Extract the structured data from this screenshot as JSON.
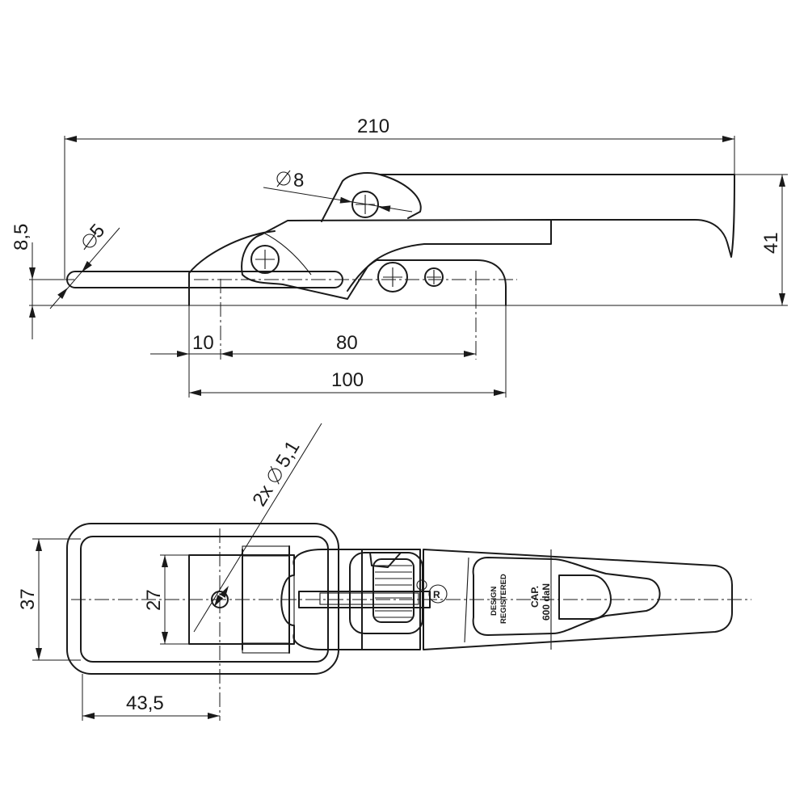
{
  "side_view": {
    "dim_total_length": "210",
    "dim_height": "41",
    "dim_pin_diameter": "8",
    "dim_hook_diameter": "5",
    "dim_hook_offset": "8,5",
    "dim_edge_offset": "10",
    "dim_hole_spacing": "80",
    "dim_base_length": "100"
  },
  "top_view": {
    "dim_hole_callout": "2x",
    "dim_hole_diameter": "5,1",
    "dim_frame_width": "37",
    "dim_inner_width": "27",
    "dim_hole_offset": "43,5",
    "stamp_design_line1": "DESIGN",
    "stamp_design_line2": "REGISTERED",
    "stamp_cap_line1": "CAP.",
    "stamp_cap_line2": "600 daN"
  }
}
